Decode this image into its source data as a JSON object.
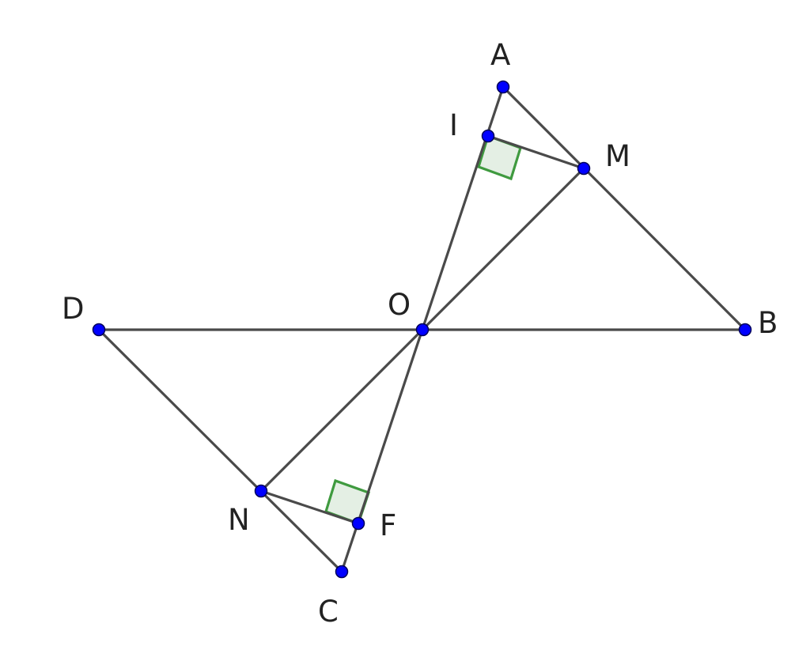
{
  "figure": {
    "points": {
      "A": "A",
      "B": "B",
      "C": "C",
      "D": "D",
      "O": "O",
      "I": "I",
      "M": "M",
      "N": "N",
      "F": "F"
    },
    "segments": [
      [
        "A",
        "B"
      ],
      [
        "A",
        "C"
      ],
      [
        "D",
        "B"
      ],
      [
        "D",
        "C"
      ],
      [
        "M",
        "N"
      ],
      [
        "I",
        "M"
      ],
      [
        "N",
        "F"
      ]
    ],
    "right_angles": [
      "I",
      "F"
    ],
    "colors": {
      "segment": "#4a4a4a",
      "point": "#0000ff",
      "right_angle_stroke": "#3f9a3f",
      "right_angle_fill": "#e4efe4",
      "label": "#222222"
    }
  }
}
